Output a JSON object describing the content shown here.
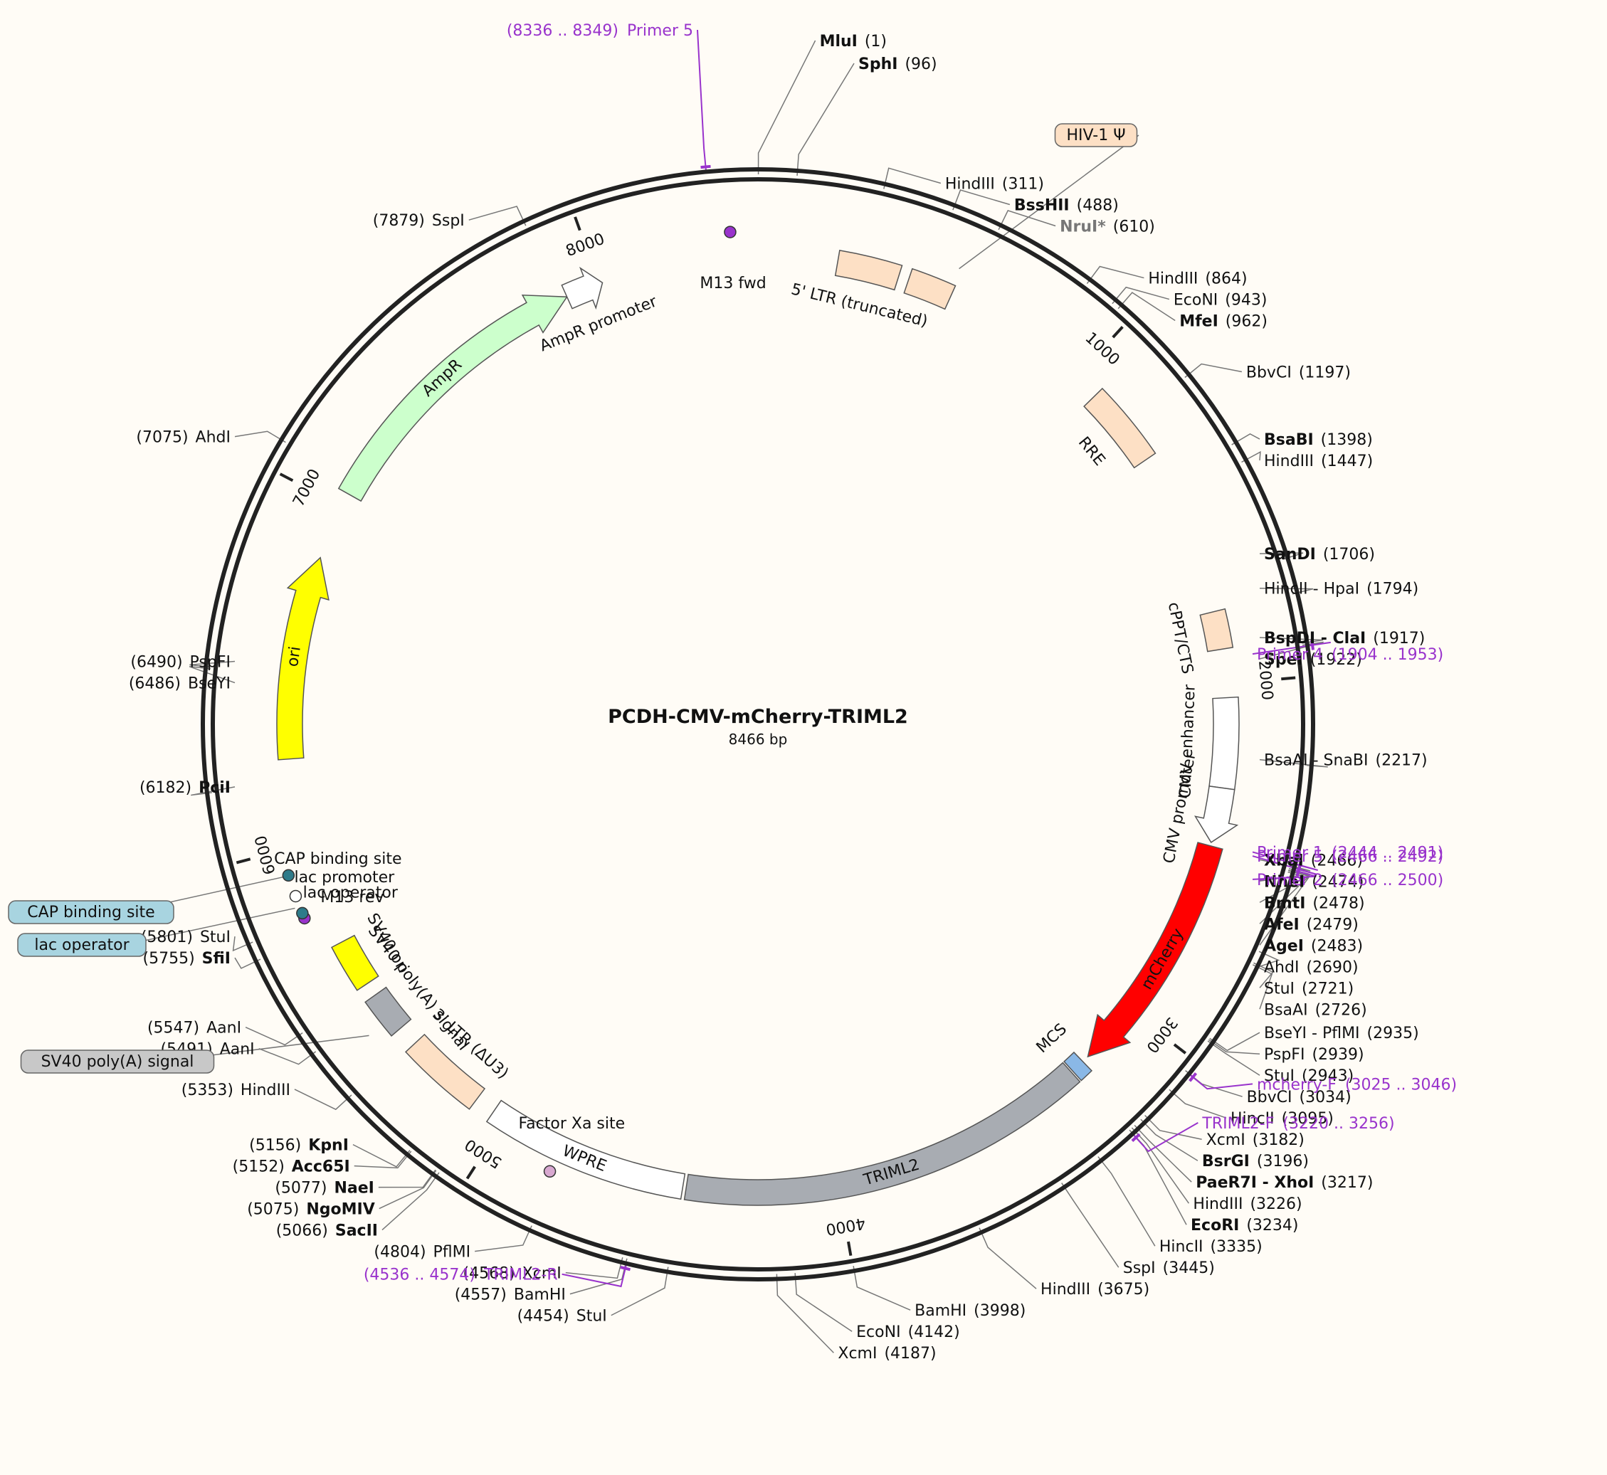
{
  "plasmid": {
    "name": "PCDH-CMV-mCherry-TRIML2",
    "length_label": "8466 bp",
    "length": 8466
  },
  "colors": {
    "background": "#fffcf6",
    "primer": "#9933cc",
    "leader": "#777777",
    "backbone": "#222222"
  },
  "ticks": [
    {
      "label": "1000",
      "bp": 1000
    },
    {
      "label": "2000",
      "bp": 2000
    },
    {
      "label": "3000",
      "bp": 3000
    },
    {
      "label": "4000",
      "bp": 4000
    },
    {
      "label": "5000",
      "bp": 5000
    },
    {
      "label": "6000",
      "bp": 6000
    },
    {
      "label": "7000",
      "bp": 7000
    },
    {
      "label": "8000",
      "bp": 8000
    }
  ],
  "features": [
    {
      "label": "5' LTR (truncated)",
      "start": 230,
      "end": 410,
      "color": "#fde0c5",
      "arrow": false
    },
    {
      "label": "",
      "start": 440,
      "end": 570,
      "color": "#fde0c5",
      "arrow": false
    },
    {
      "label": "RRE",
      "start": 1075,
      "end": 1310,
      "color": "#fde0c5",
      "arrow": false
    },
    {
      "label": "cPPT/CTS",
      "start": 1790,
      "end": 1900,
      "color": "#fde0c5",
      "arrow": false
    },
    {
      "label": "CMV enhancer",
      "start": 2040,
      "end": 2300,
      "color": "#ffffff",
      "arrow": false
    },
    {
      "label": "CMV promoter",
      "start": 2300,
      "end": 2460,
      "color": "#ffffff",
      "arrow": true
    },
    {
      "label": "mCherry",
      "start": 2470,
      "end": 3180,
      "color": "#ff0000",
      "arrow": true
    },
    {
      "label": "MCS",
      "start": 3200,
      "end": 3240,
      "color": "#8ab8e6",
      "arrow": false
    },
    {
      "label": "TRIML2",
      "start": 3245,
      "end": 4440,
      "color": "#a8acb2",
      "arrow": false
    },
    {
      "label": "WPRE",
      "start": 4450,
      "end": 5040,
      "color": "#ffffff",
      "arrow": false
    },
    {
      "label": "3' LTR (ΔU3)",
      "start": 5100,
      "end": 5340,
      "color": "#fde0c5",
      "arrow": false
    },
    {
      "label": "SV40 poly(A) signal",
      "start": 5400,
      "end": 5520,
      "color": "#a8acb2",
      "arrow": false
    },
    {
      "label": "SV40 ori",
      "start": 5560,
      "end": 5700,
      "color": "#ffff00",
      "arrow": false
    },
    {
      "label": "ori",
      "start": 6250,
      "end": 6840,
      "color": "#ffff00",
      "arrow": true
    },
    {
      "label": "AmpR",
      "start": 7040,
      "end": 7900,
      "color": "#ccffcc",
      "arrow": true
    },
    {
      "label": "AmpR promoter",
      "start": 7900,
      "end": 8010,
      "color": "#ffffff",
      "arrow": true
    }
  ],
  "small_features": [
    {
      "label": "M13 fwd",
      "bp": 8390,
      "color": "#9933cc"
    },
    {
      "label": "Factor Xa site",
      "bp": 4820,
      "color": "#d8a8d0"
    },
    {
      "label": "M13 rev",
      "bp": 5805,
      "color": "#9933cc"
    },
    {
      "label": "lac operator",
      "bp": 5820,
      "color": "#2e7b8a"
    },
    {
      "label": "lac promoter",
      "bp": 5870,
      "color": "#ffffff"
    },
    {
      "label": "CAP binding site",
      "bp": 5930,
      "color": "#2e7b8a"
    }
  ],
  "callout_features": [
    {
      "label": "HIV-1 Ψ",
      "bp": 560,
      "bg": "#fde0c5"
    },
    {
      "label": "CAP binding site",
      "bp": 5930,
      "bg": "#a8d4e0"
    },
    {
      "label": "lac operator",
      "bp": 5840,
      "bg": "#a8d4e0"
    },
    {
      "label": "SV40 poly(A) signal",
      "bp": 5440,
      "bg": "#c8c8c8"
    }
  ],
  "sites": [
    {
      "name": "MluI",
      "pos": "(1)",
      "bp": 1,
      "bold": true,
      "gray": false,
      "side": "right"
    },
    {
      "name": "SphI",
      "pos": "(96)",
      "bp": 96,
      "bold": true,
      "gray": false,
      "side": "right"
    },
    {
      "name": "HindIII",
      "pos": "(311)",
      "bp": 311,
      "bold": false,
      "gray": false,
      "side": "right"
    },
    {
      "name": "BssHII",
      "pos": "(488)",
      "bp": 488,
      "bold": true,
      "gray": false,
      "side": "right"
    },
    {
      "name": "NruI*",
      "pos": "(610)",
      "bp": 610,
      "bold": true,
      "gray": true,
      "side": "right"
    },
    {
      "name": "HindIII",
      "pos": "(864)",
      "bp": 864,
      "bold": false,
      "gray": false,
      "side": "right"
    },
    {
      "name": "EcoNI",
      "pos": "(943)",
      "bp": 943,
      "bold": false,
      "gray": false,
      "side": "right"
    },
    {
      "name": "MfeI",
      "pos": "(962)",
      "bp": 962,
      "bold": true,
      "gray": false,
      "side": "right"
    },
    {
      "name": "BbvCI",
      "pos": "(1197)",
      "bp": 1197,
      "bold": false,
      "gray": false,
      "side": "right"
    },
    {
      "name": "BsaBI",
      "pos": "(1398)",
      "bp": 1398,
      "bold": true,
      "gray": false,
      "side": "right"
    },
    {
      "name": "HindIII",
      "pos": "(1447)",
      "bp": 1447,
      "bold": false,
      "gray": false,
      "side": "right"
    },
    {
      "name": "SanDI",
      "pos": "(1706)",
      "bp": 1706,
      "bold": true,
      "gray": false,
      "side": "right"
    },
    {
      "name": "HincII - HpaI",
      "pos": "(1794)",
      "bp": 1794,
      "bold": false,
      "gray": false,
      "side": "right"
    },
    {
      "name": "BspDI - ClaI",
      "pos": "(1917)",
      "bp": 1917,
      "bold": true,
      "gray": false,
      "side": "right"
    },
    {
      "name": "SpeI",
      "pos": "(1922)",
      "bp": 1922,
      "bold": true,
      "gray": false,
      "side": "right"
    },
    {
      "name": "BsaAI - SnaBI",
      "pos": "(2217)",
      "bp": 2217,
      "bold": false,
      "gray": false,
      "side": "right"
    },
    {
      "name": "XbaI",
      "pos": "(2466)",
      "bp": 2466,
      "bold": true,
      "gray": false,
      "side": "right"
    },
    {
      "name": "NheI",
      "pos": "(2474)",
      "bp": 2474,
      "bold": true,
      "gray": false,
      "side": "right"
    },
    {
      "name": "BmtI",
      "pos": "(2478)",
      "bp": 2478,
      "bold": true,
      "gray": false,
      "side": "right"
    },
    {
      "name": "AfeI",
      "pos": "(2479)",
      "bp": 2479,
      "bold": true,
      "gray": false,
      "side": "right"
    },
    {
      "name": "AgeI",
      "pos": "(2483)",
      "bp": 2483,
      "bold": true,
      "gray": false,
      "side": "right"
    },
    {
      "name": "AhdI",
      "pos": "(2690)",
      "bp": 2690,
      "bold": false,
      "gray": false,
      "side": "right"
    },
    {
      "name": "StuI",
      "pos": "(2721)",
      "bp": 2721,
      "bold": false,
      "gray": false,
      "side": "right"
    },
    {
      "name": "BsaAI",
      "pos": "(2726)",
      "bp": 2726,
      "bold": false,
      "gray": false,
      "side": "right"
    },
    {
      "name": "BseYI - PflMI",
      "pos": "(2935)",
      "bp": 2935,
      "bold": false,
      "gray": false,
      "side": "right"
    },
    {
      "name": "PspFI",
      "pos": "(2939)",
      "bp": 2939,
      "bold": false,
      "gray": false,
      "side": "right"
    },
    {
      "name": "StuI",
      "pos": "(2943)",
      "bp": 2943,
      "bold": false,
      "gray": false,
      "side": "right"
    },
    {
      "name": "BbvCI",
      "pos": "(3034)",
      "bp": 3034,
      "bold": false,
      "gray": false,
      "side": "right"
    },
    {
      "name": "HincII",
      "pos": "(3095)",
      "bp": 3095,
      "bold": false,
      "gray": false,
      "side": "right"
    },
    {
      "name": "XcmI",
      "pos": "(3182)",
      "bp": 3182,
      "bold": false,
      "gray": false,
      "side": "right"
    },
    {
      "name": "BsrGI",
      "pos": "(3196)",
      "bp": 3196,
      "bold": true,
      "gray": false,
      "side": "right"
    },
    {
      "name": "PaeR7I - XhoI",
      "pos": "(3217)",
      "bp": 3217,
      "bold": true,
      "gray": false,
      "side": "right"
    },
    {
      "name": "HindIII",
      "pos": "(3226)",
      "bp": 3226,
      "bold": false,
      "gray": false,
      "side": "right"
    },
    {
      "name": "EcoRI",
      "pos": "(3234)",
      "bp": 3234,
      "bold": true,
      "gray": false,
      "side": "right"
    },
    {
      "name": "HincII",
      "pos": "(3335)",
      "bp": 3335,
      "bold": false,
      "gray": false,
      "side": "right"
    },
    {
      "name": "SspI",
      "pos": "(3445)",
      "bp": 3445,
      "bold": false,
      "gray": false,
      "side": "right"
    },
    {
      "name": "HindIII",
      "pos": "(3675)",
      "bp": 3675,
      "bold": false,
      "gray": false,
      "side": "right"
    },
    {
      "name": "BamHI",
      "pos": "(3998)",
      "bp": 3998,
      "bold": false,
      "gray": false,
      "side": "right"
    },
    {
      "name": "EcoNI",
      "pos": "(4142)",
      "bp": 4142,
      "bold": false,
      "gray": false,
      "side": "right"
    },
    {
      "name": "XcmI",
      "pos": "(4187)",
      "bp": 4187,
      "bold": false,
      "gray": false,
      "side": "right"
    },
    {
      "name": "StuI",
      "pos": "(4454)",
      "bp": 4454,
      "bold": false,
      "gray": false,
      "side": "left"
    },
    {
      "name": "BamHI",
      "pos": "(4557)",
      "bp": 4557,
      "bold": false,
      "gray": false,
      "side": "left"
    },
    {
      "name": "XcmI",
      "pos": "(4568)",
      "bp": 4568,
      "bold": false,
      "gray": false,
      "side": "left"
    },
    {
      "name": "PflMI",
      "pos": "(4804)",
      "bp": 4804,
      "bold": false,
      "gray": false,
      "side": "left"
    },
    {
      "name": "SacII",
      "pos": "(5066)",
      "bp": 5066,
      "bold": true,
      "gray": false,
      "side": "left"
    },
    {
      "name": "NgoMIV",
      "pos": "(5075)",
      "bp": 5075,
      "bold": true,
      "gray": false,
      "side": "left"
    },
    {
      "name": "NaeI",
      "pos": "(5077)",
      "bp": 5077,
      "bold": true,
      "gray": false,
      "side": "left"
    },
    {
      "name": "Acc65I",
      "pos": "(5152)",
      "bp": 5152,
      "bold": true,
      "gray": false,
      "side": "left"
    },
    {
      "name": "KpnI",
      "pos": "(5156)",
      "bp": 5156,
      "bold": true,
      "gray": false,
      "side": "left"
    },
    {
      "name": "HindIII",
      "pos": "(5353)",
      "bp": 5353,
      "bold": false,
      "gray": false,
      "side": "left"
    },
    {
      "name": "AanI",
      "pos": "(5491)",
      "bp": 5491,
      "bold": false,
      "gray": false,
      "side": "left"
    },
    {
      "name": "AanI",
      "pos": "(5547)",
      "bp": 5547,
      "bold": false,
      "gray": false,
      "side": "left"
    },
    {
      "name": "SfiI",
      "pos": "(5755)",
      "bp": 5755,
      "bold": true,
      "gray": false,
      "side": "left"
    },
    {
      "name": "StuI",
      "pos": "(5801)",
      "bp": 5801,
      "bold": false,
      "gray": false,
      "side": "left"
    },
    {
      "name": "PciI",
      "pos": "(6182)",
      "bp": 6182,
      "bold": true,
      "gray": false,
      "side": "left"
    },
    {
      "name": "BseYI",
      "pos": "(6486)",
      "bp": 6486,
      "bold": false,
      "gray": false,
      "side": "left"
    },
    {
      "name": "PspFI",
      "pos": "(6490)",
      "bp": 6490,
      "bold": false,
      "gray": false,
      "side": "left"
    },
    {
      "name": "AhdI",
      "pos": "(7075)",
      "bp": 7075,
      "bold": false,
      "gray": false,
      "side": "left"
    },
    {
      "name": "SspI",
      "pos": "(7879)",
      "bp": 7879,
      "bold": false,
      "gray": false,
      "side": "left"
    }
  ],
  "primers": [
    {
      "name": "Primer 5",
      "range": "(8336 .. 8349)",
      "bp": 8340,
      "side": "left"
    },
    {
      "name": "Primer 4",
      "range": "(1904 .. 1953)",
      "bp": 1925,
      "side": "right"
    },
    {
      "name": "Primer 5",
      "range": "(2466 .. 2492)",
      "bp": 2470,
      "side": "right"
    },
    {
      "name": "Primer 2",
      "range": "(2466 .. 2500)",
      "bp": 2475,
      "side": "right"
    },
    {
      "name": "Primer 1",
      "range": "(2444 .. 2491)",
      "bp": 2460,
      "side": "right"
    },
    {
      "name": "mcherry-F",
      "range": "(3025 .. 3046)",
      "bp": 3035,
      "side": "right"
    },
    {
      "name": "TRIML2-F",
      "range": "(3220 .. 3256)",
      "bp": 3235,
      "side": "right"
    },
    {
      "name": "TRIML2-R",
      "range": "(4536 .. 4574)",
      "bp": 4555,
      "side": "left"
    }
  ]
}
